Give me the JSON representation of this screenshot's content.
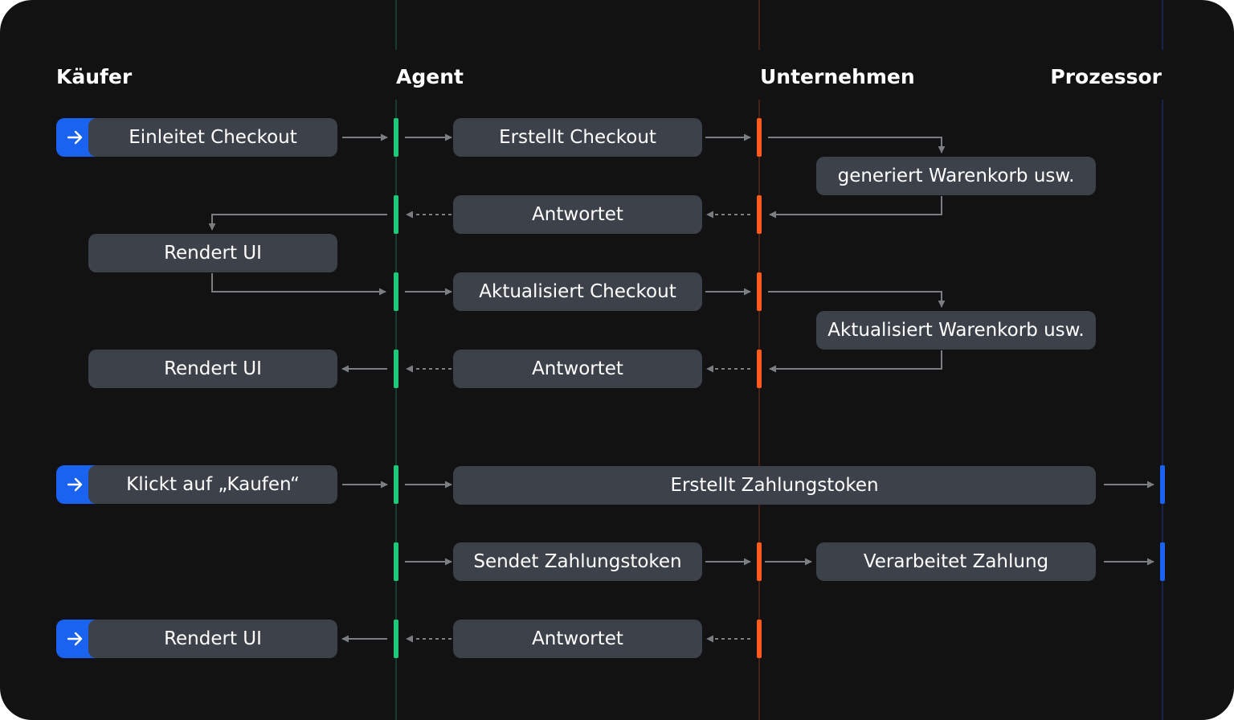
{
  "colors": {
    "background": "#121213",
    "box": "#3c414a",
    "text": "#ffffff",
    "connector": "#7a7d82",
    "agent": "#1ec97c",
    "merchant": "#ff5a1f",
    "processor": "#1a63f0",
    "buyer_trigger": "#1a63f0"
  },
  "headers": {
    "buyer": "Käufer",
    "agent": "Agent",
    "merchant": "Unternehmen",
    "processor": "Prozessor"
  },
  "steps": {
    "buyer_initiates_checkout": "Einleitet Checkout",
    "agent_creates_checkout": "Erstellt Checkout",
    "merchant_generates_cart": "generiert Warenkorb usw.",
    "agent_responds_1": "Antwortet",
    "buyer_renders_ui_1": "Rendert UI",
    "agent_updates_checkout": "Aktualisiert Checkout",
    "merchant_updates_cart": "Aktualisiert Warenkorb usw.",
    "agent_responds_2": "Antwortet",
    "buyer_renders_ui_2": "Rendert UI",
    "buyer_clicks_buy": "Klickt auf „Kaufen“",
    "agent_creates_payment_token": "Erstellt Zahlungstoken",
    "agent_sends_payment_token": "Sendet Zahlungstoken",
    "merchant_processes_payment": "Verarbeitet Zahlung",
    "agent_responds_3": "Antwortet",
    "buyer_renders_ui_3": "Rendert UI"
  },
  "icons": {
    "trigger": "arrow-right-icon"
  }
}
